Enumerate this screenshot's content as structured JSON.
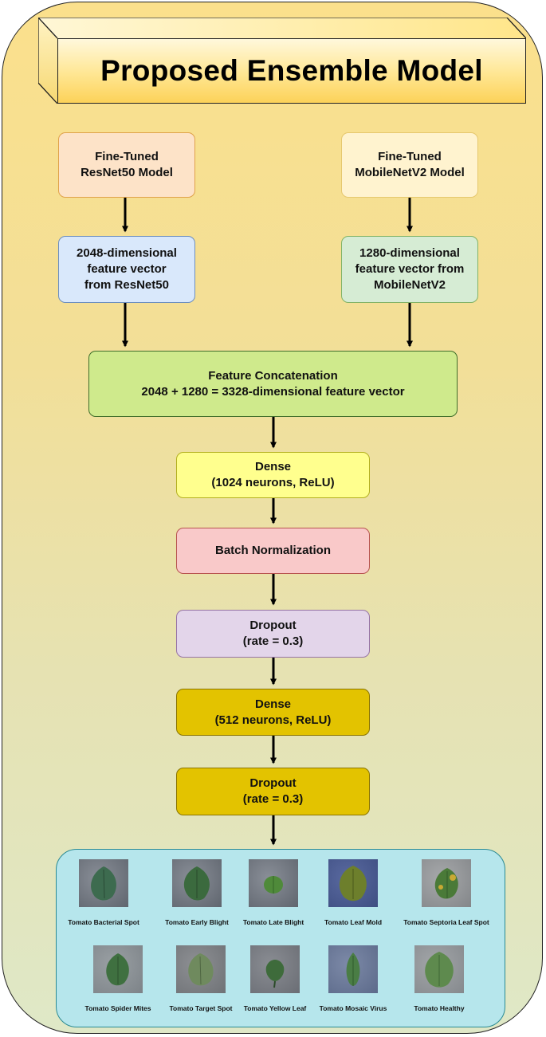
{
  "title": "Proposed Ensemble Model",
  "nodes": {
    "resnet_model": "Fine-Tuned\nResNet50 Model",
    "mobilenet_model": "Fine-Tuned\nMobileNetV2 Model",
    "resnet_features": "2048-dimensional\nfeature vector\nfrom ResNet50",
    "mobilenet_features": "1280-dimensional\nfeature vector from\nMobileNetV2",
    "concat_title": "Feature Concatenation",
    "concat_detail": "2048 + 1280 = 3328-dimensional feature vector",
    "dense1": "Dense\n(1024 neurons, ReLU)",
    "batchnorm": "Batch Normalization",
    "dropout1": "Dropout\n(rate = 0.3)",
    "dense2": "Dense\n(512 neurons, ReLU)",
    "dropout2": "Dropout\n(rate = 0.3)"
  },
  "colors": {
    "resnet_model": "#fde3c8",
    "mobilenet_model": "#fff3cf",
    "resnet_features": "#d9e8fb",
    "mobilenet_features": "#d6ecd4",
    "concat": "#cfea8c",
    "dense1": "#ffff8e",
    "batchnorm": "#f9c9c9",
    "dropout1": "#e3d5ea",
    "dense2": "#e3c300",
    "dropout2": "#e3c300",
    "classes_panel": "#b6e6ec"
  },
  "classes": [
    {
      "label": "Tomato Bacterial Spot",
      "icon": "leaf-image"
    },
    {
      "label": "Tomato Early Blight",
      "icon": "leaf-image"
    },
    {
      "label": "Tomato Late Blight",
      "icon": "leaf-image"
    },
    {
      "label": "Tomato Leaf Mold",
      "icon": "leaf-image"
    },
    {
      "label": "Tomato Septoria Leaf Spot",
      "icon": "leaf-image"
    },
    {
      "label": "Tomato Spider Mites",
      "icon": "leaf-image"
    },
    {
      "label": "Tomato Target Spot",
      "icon": "leaf-image"
    },
    {
      "label": "Tomato Yellow Leaf",
      "icon": "leaf-image"
    },
    {
      "label": "Tomato Mosaic Virus",
      "icon": "leaf-image"
    },
    {
      "label": "Tomato Healthy",
      "icon": "leaf-image"
    }
  ]
}
